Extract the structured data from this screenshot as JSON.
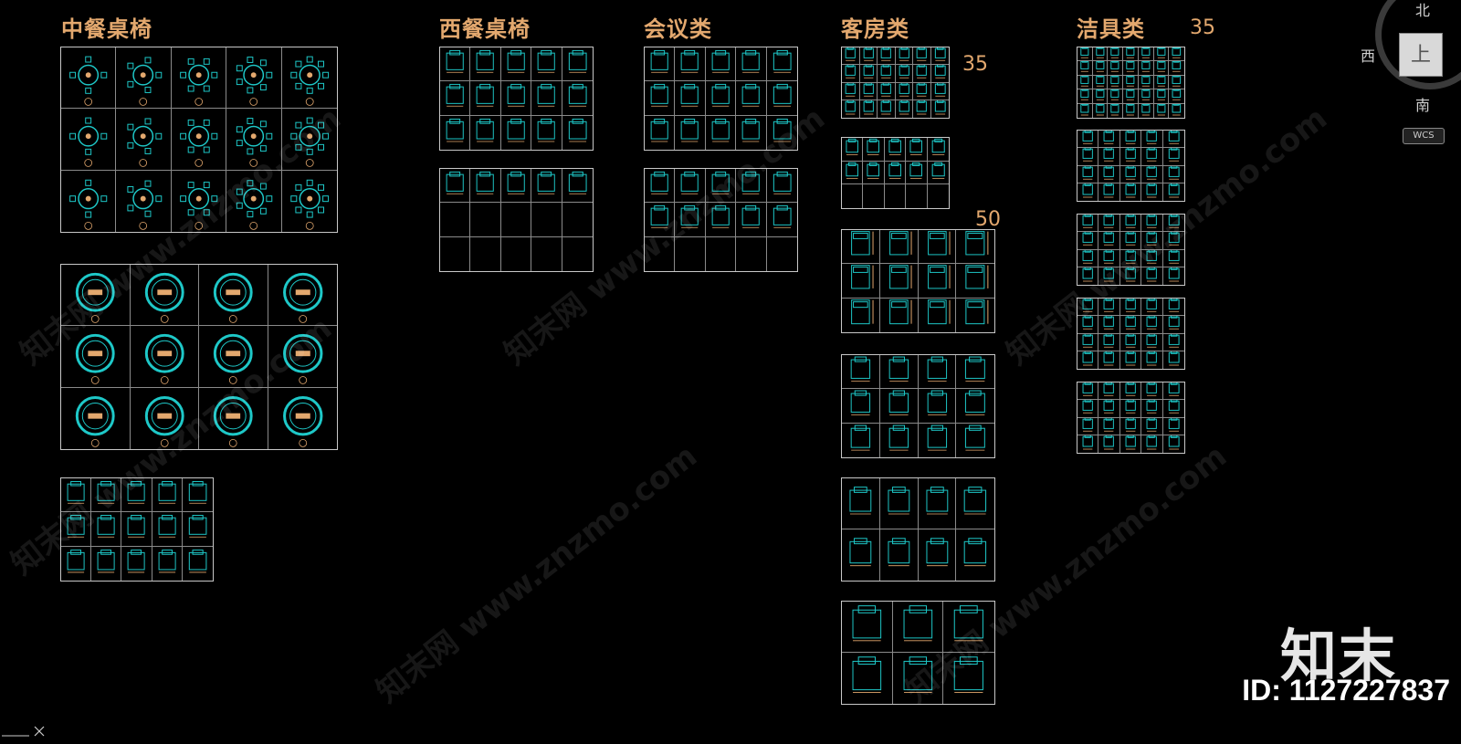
{
  "sections": [
    {
      "id": "chinese",
      "title": "中餐桌椅"
    },
    {
      "id": "western",
      "title": "西餐桌椅"
    },
    {
      "id": "meeting",
      "title": "会议类"
    },
    {
      "id": "guestroom",
      "title": "客房类"
    },
    {
      "id": "sanitary",
      "title": "洁具类"
    }
  ],
  "counts": {
    "sanitary": "35",
    "guestroom_top": "35",
    "guestroom_mid": "50"
  },
  "viewcube": {
    "north": "北",
    "west": "西",
    "south": "南",
    "face": "上",
    "wcs": "WCS"
  },
  "watermark_text": "知末网 www.znzmo.com",
  "brand": "知末",
  "id_label": "ID: 1127227837",
  "colors": {
    "title": "#e3a86e",
    "drawing": "#1ec8c8",
    "frame": "#c8c8c8",
    "background": "#000000"
  }
}
